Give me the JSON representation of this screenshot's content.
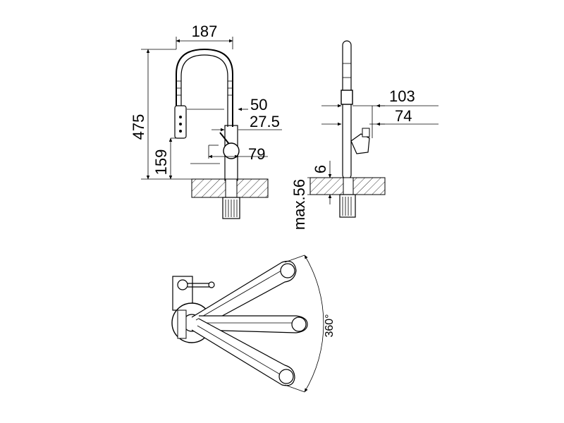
{
  "dimensions": {
    "width_187": "187",
    "height_475": "475",
    "lever_50": "50",
    "lever_27_5": "27.5",
    "base_159": "159",
    "reach_79": "79",
    "side_103": "103",
    "side_74": "74",
    "deck_6": "6",
    "thickness_max56": "max.56",
    "rotation_360": "360°"
  }
}
